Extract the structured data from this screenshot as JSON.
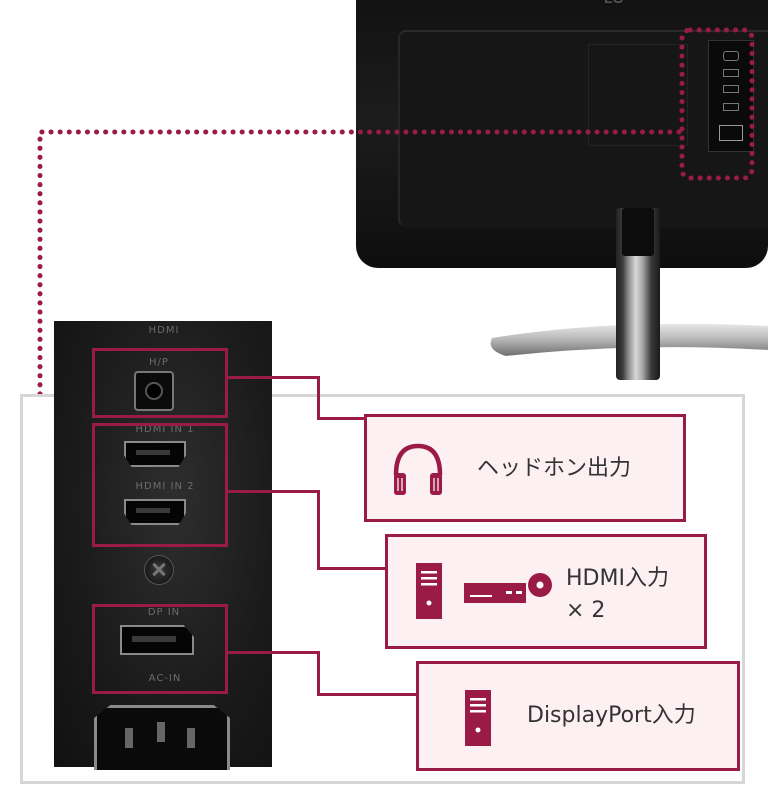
{
  "monitor": {
    "brand_logo": "LG"
  },
  "panel_labels": {
    "top": "HDMI",
    "headphone": "H/P",
    "hdmi1": "HDMI IN 1",
    "hdmi2": "HDMI IN 2",
    "dp": "DP IN",
    "ac": "AC-IN"
  },
  "callouts": {
    "headphone": {
      "text": "ヘッドホン出力",
      "icon": "headphone-icon"
    },
    "hdmi": {
      "line1": "HDMI入力",
      "line2": "× 2",
      "icons": [
        "pc-tower-icon",
        "media-player-icon"
      ]
    },
    "displayport": {
      "text": "DisplayPort入力",
      "icon": "pc-tower-icon"
    }
  },
  "colors": {
    "accent": "#9a1b45",
    "callout_bg": "#fdf0f3",
    "frame_gray": "#d6d6d6"
  }
}
